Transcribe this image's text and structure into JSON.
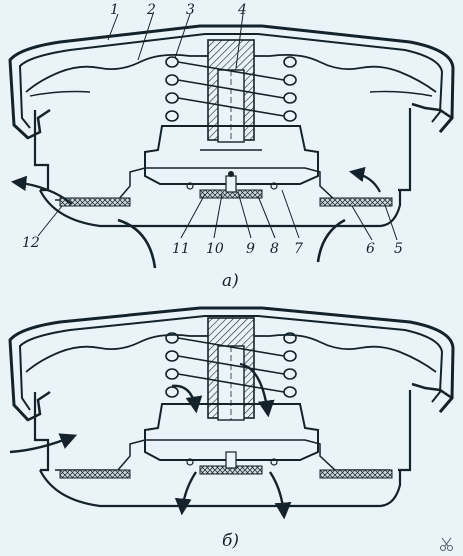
{
  "diagram": {
    "top_view": {
      "caption": "а)",
      "labels": {
        "1": "1",
        "2": "2",
        "3": "3",
        "4": "4",
        "5": "5",
        "6": "6",
        "7": "7",
        "8": "8",
        "9": "9",
        "10": "10",
        "11": "11",
        "12": "12"
      }
    },
    "bottom_view": {
      "caption": "б)"
    },
    "watermark_icon": "scissors-icon"
  },
  "colors": {
    "background": "#e9f3f8",
    "ink": "#14222b",
    "hatch": "#8fa3ad"
  }
}
